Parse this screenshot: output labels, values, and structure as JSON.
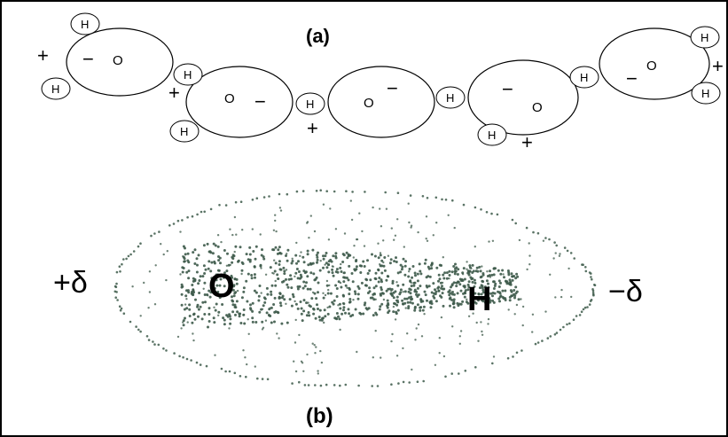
{
  "panel_a": {
    "label": "(a)",
    "oxygen_symbol": "O",
    "hydrogen_symbol": "H",
    "minus_sign": "−",
    "plus_sign": "+"
  },
  "panel_b": {
    "label": "(b)",
    "oxygen_symbol": "O",
    "hydrogen_symbol": "H",
    "left_charge": "+δ",
    "right_charge": "−δ"
  }
}
